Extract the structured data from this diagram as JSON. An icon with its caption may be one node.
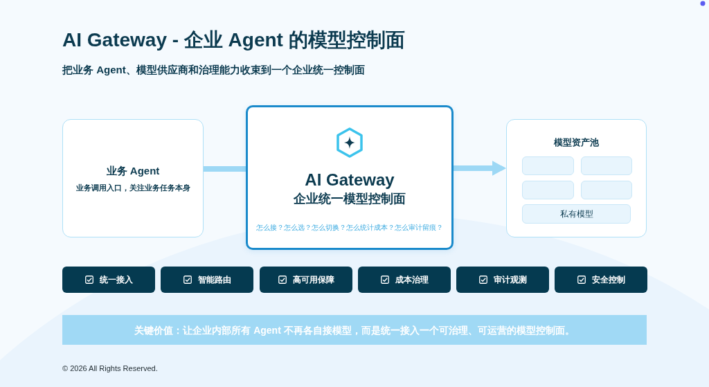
{
  "diagram": {
    "title": "AI Gateway - 企业 Agent 的模型控制面",
    "nodes": [
      {
        "text": [
          "业务 Agent",
          "业务调用入口，关注业务任务本身"
        ]
      },
      {
        "text": [
          "AI Gateway",
          "企业统一模型控制面",
          "怎么接？怎么选？怎么切换？怎么统计成本？怎么审计留痕？"
        ]
      },
      {
        "text": [
          "模型资产池"
        ]
      },
      {
        "text": [],
        "shape": "box",
        "in": 2
      },
      {
        "text": [],
        "shape": "box",
        "in": 2
      },
      {
        "text": [],
        "shape": "box",
        "in": 2
      },
      {
        "text": [],
        "shape": "box",
        "in": 2
      },
      {
        "text": [
          "私有模型"
        ],
        "in": 2
      },
      {
        "text": [
          "统一接入"
        ]
      },
      {
        "text": [
          "智能路由"
        ]
      },
      {
        "text": [
          "高可用保障"
        ]
      },
      {
        "text": [
          "成本治理"
        ]
      },
      {
        "text": [
          "审计观测"
        ]
      },
      {
        "text": [
          "安全控制"
        ]
      },
      {
        "text": [
          "关键价值：让企业内部所有 Agent 不再各自接模型，而是统一接入一个可治理、可运营的模型控制面。"
        ]
      }
    ],
    "edges": [
      {
        "from": 0,
        "to": 1,
        "arrow": "none"
      },
      {
        "from": 1,
        "to": 2,
        "arrow": "to"
      }
    ],
    "labels": [
      "把业务 Agent、模型供应商和治理能力收束到一个企业统一控制面",
      "© 2026 All Rights Reserved."
    ]
  }
}
